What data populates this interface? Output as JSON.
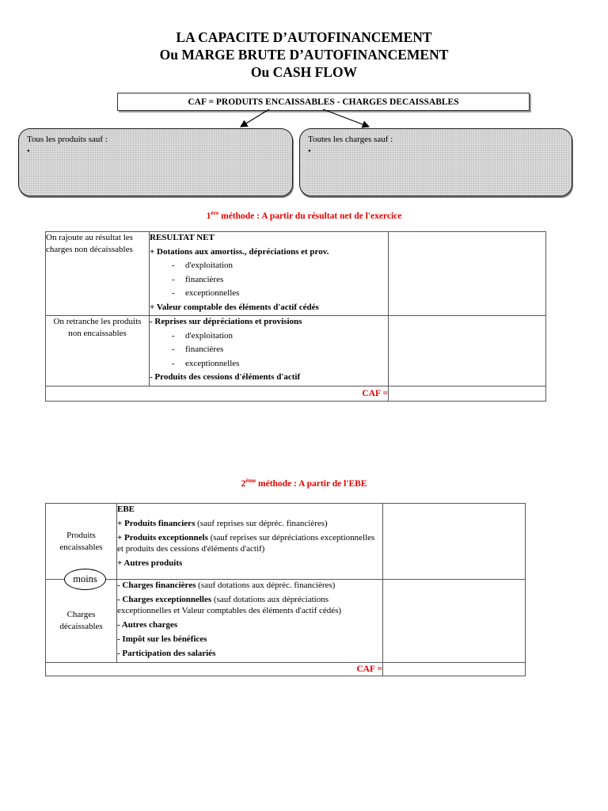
{
  "colors": {
    "accent_red": "#e60000",
    "box_fill_gray": "#dddddd"
  },
  "glyphs": {
    "dash": "-",
    "bullet": "•"
  },
  "title": {
    "line1": "LA CAPACITE D’AUTOFINANCEMENT",
    "line2": "Ou MARGE BRUTE D’AUTOFINANCEMENT",
    "line3": "Ou CASH FLOW"
  },
  "formula": {
    "text": "CAF = PRODUITS ENCAISSABLES - CHARGES DECAISSABLES"
  },
  "boxes": {
    "left": {
      "label": "Tous les produits sauf :"
    },
    "right": {
      "label": "Toutes les charges sauf :"
    }
  },
  "method1": {
    "heading": {
      "num": "1",
      "sup": "ère",
      "rest": " méthode : A partir du résultat net de l'exercice"
    },
    "row1": {
      "label": "On rajoute au résultat les charges non décaissables",
      "line1": "RESULTAT NET",
      "line2": "+ Dotations aux amortiss., dépréciations et prov.",
      "subs": [
        "d'exploitation",
        "financières",
        "exceptionnelles"
      ],
      "line3": "+ Valeur comptable des éléments d'actif cédés"
    },
    "row2": {
      "label": "On retranche les produits non encaissables",
      "line1": "- Reprises sur dépréciations et provisions",
      "subs": [
        "d'exploitation",
        "financières",
        "exceptionnelles"
      ],
      "line2": "- Produits des cessions d'éléments d'actif"
    },
    "caf_label": "CAF ="
  },
  "method2": {
    "heading": {
      "num": "2",
      "sup": "ème",
      "rest": " méthode : A partir de l'EBE"
    },
    "row1": {
      "label": "Produits encaissables",
      "line1": "EBE",
      "line2_bold": "+ Produits financiers",
      "line2_rest": " (sauf reprises sur dépréc. financières)",
      "line3_bold": "+ Produits exceptionnels",
      "line3_rest": " (sauf reprises sur dépréciations exceptionnelles et produits des cessions d'éléments d'actif)",
      "line4": "+ Autres produits"
    },
    "moins_label": "moins",
    "row2": {
      "label": "Charges décaissables",
      "line1_bold": "- Charges financières",
      "line1_rest": " (sauf dotations aux dépréc. financières)",
      "line2_bold": "- Charges exceptionnelles",
      "line2_rest": " (sauf dotations aux dépréciations exceptionnelles et Valeur comptables des éléments d'actif cédés)",
      "line3": "- Autres charges",
      "line4": "- Impôt sur les bénéfices",
      "line5": "- Participation des salariés"
    },
    "caf_label": "CAF ="
  }
}
